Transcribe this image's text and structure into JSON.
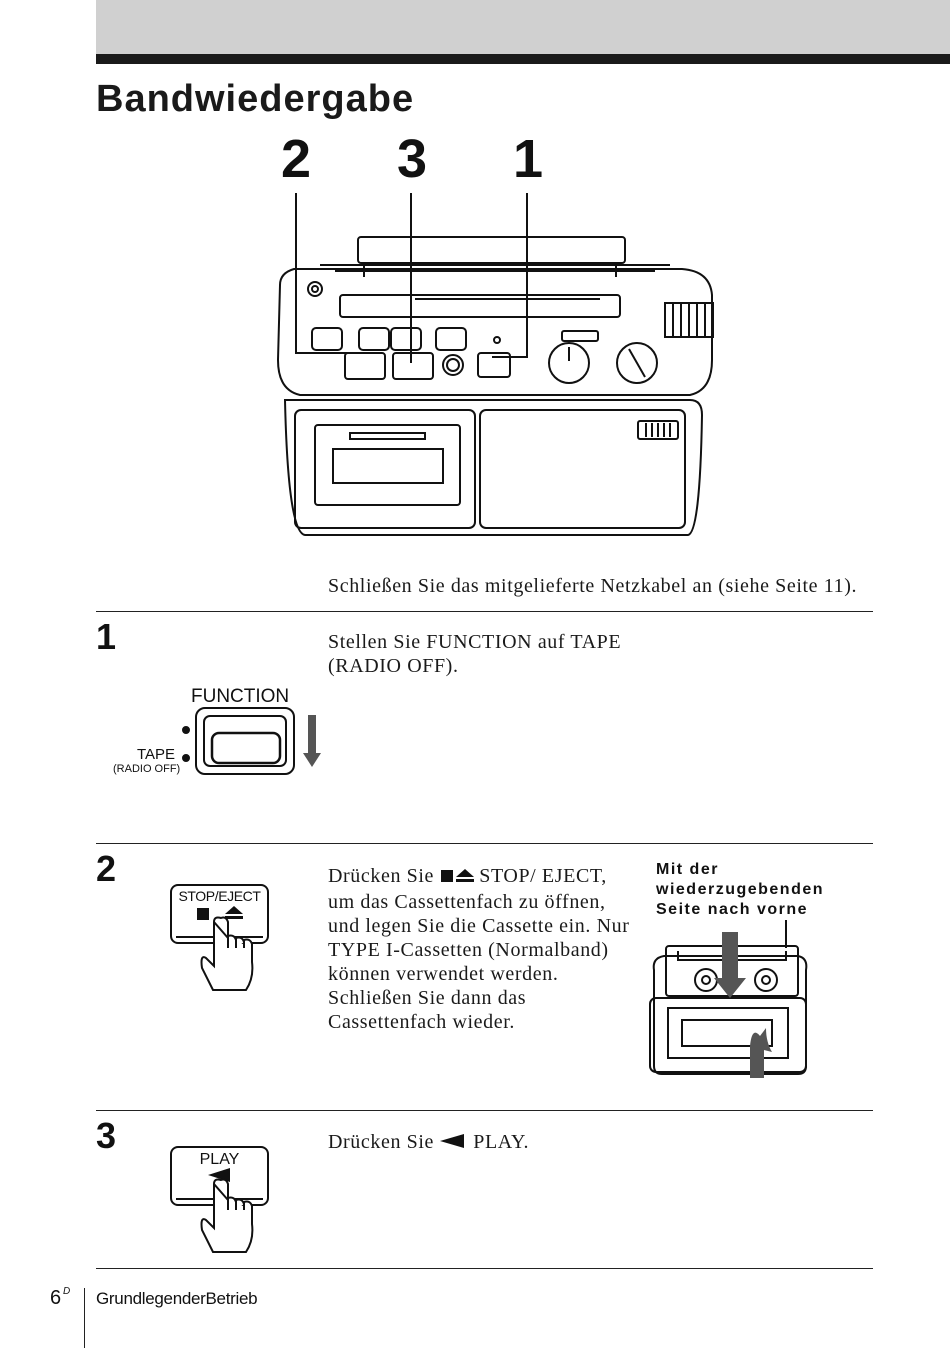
{
  "page": {
    "title": "Bandwiedergabe",
    "callouts": [
      "2",
      "3",
      "1"
    ],
    "intro": "Schließen Sie das mitgelieferte Netzkabel an (siehe Seite 11)."
  },
  "steps": [
    {
      "number": "1",
      "text": "Stellen Sie FUNCTION auf TAPE (RADIO OFF).",
      "illustration": {
        "label": "FUNCTION",
        "tape": "TAPE",
        "radio_off": "(RADIO OFF)"
      }
    },
    {
      "number": "2",
      "text_before": "Drücken Sie",
      "text_after": "STOP/ EJECT, um das Cassettenfach zu öffnen, und legen Sie die Cassette ein. Nur TYPE I-Cassetten (Normalband) können verwendet werden. Schließen Sie dann das Cassettenfach wieder.",
      "illustration": {
        "button_label": "STOP/EJECT"
      },
      "side_note": "Mit der wiederzugebenden Seite nach vorne"
    },
    {
      "number": "3",
      "text_before": "Drücken Sie",
      "text_after": "PLAY.",
      "illustration": {
        "button_label": "PLAY"
      }
    }
  ],
  "footer": {
    "page_number": "6",
    "page_suffix": "D",
    "section": "GrundlegenderBetrieb"
  }
}
